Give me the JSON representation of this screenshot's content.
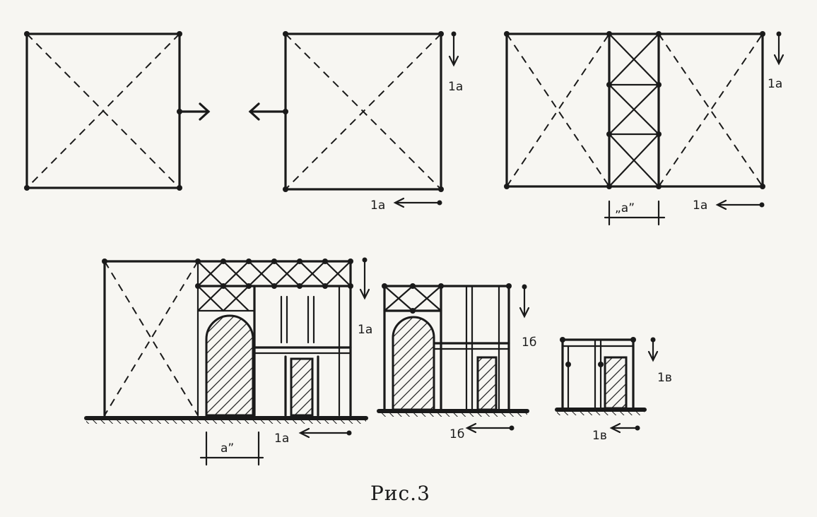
{
  "labels": {
    "fig1b_level": "1а",
    "fig1b_span": "1а",
    "fig1c_level": "1а",
    "fig1c_span": "1а",
    "fig1c_module": "„а”",
    "fig2a_level": "1а",
    "fig2a_span": "1а",
    "fig2a_module": "а”",
    "fig2b_level": "1б",
    "fig2b_span": "1б",
    "fig2c_level": "1в",
    "fig2c_span": "1в"
  },
  "caption": "Рис.3"
}
